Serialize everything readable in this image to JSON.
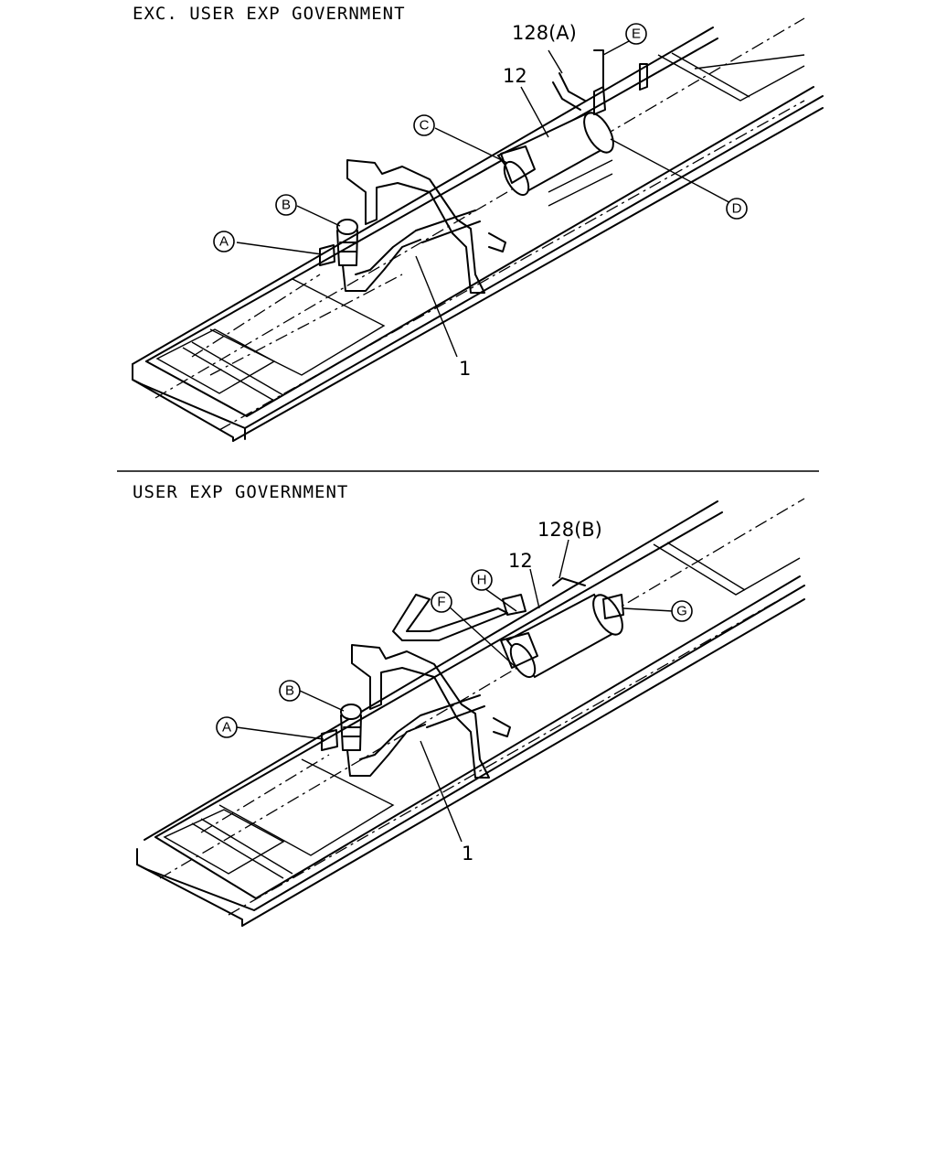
{
  "sections": [
    {
      "title": "EXC. USER EXP GOVERNMENT",
      "callouts": {
        "A": "A",
        "B": "B",
        "C": "C",
        "D": "D",
        "E": "E"
      },
      "part_labels": {
        "p128": "128(A)",
        "p12": "12",
        "p1": "1"
      }
    },
    {
      "title": "USER EXP GOVERNMENT",
      "callouts": {
        "A": "A",
        "B": "B",
        "F": "F",
        "G": "G",
        "H": "H"
      },
      "part_labels": {
        "p128": "128(B)",
        "p12": "12",
        "p1": "1"
      }
    }
  ]
}
